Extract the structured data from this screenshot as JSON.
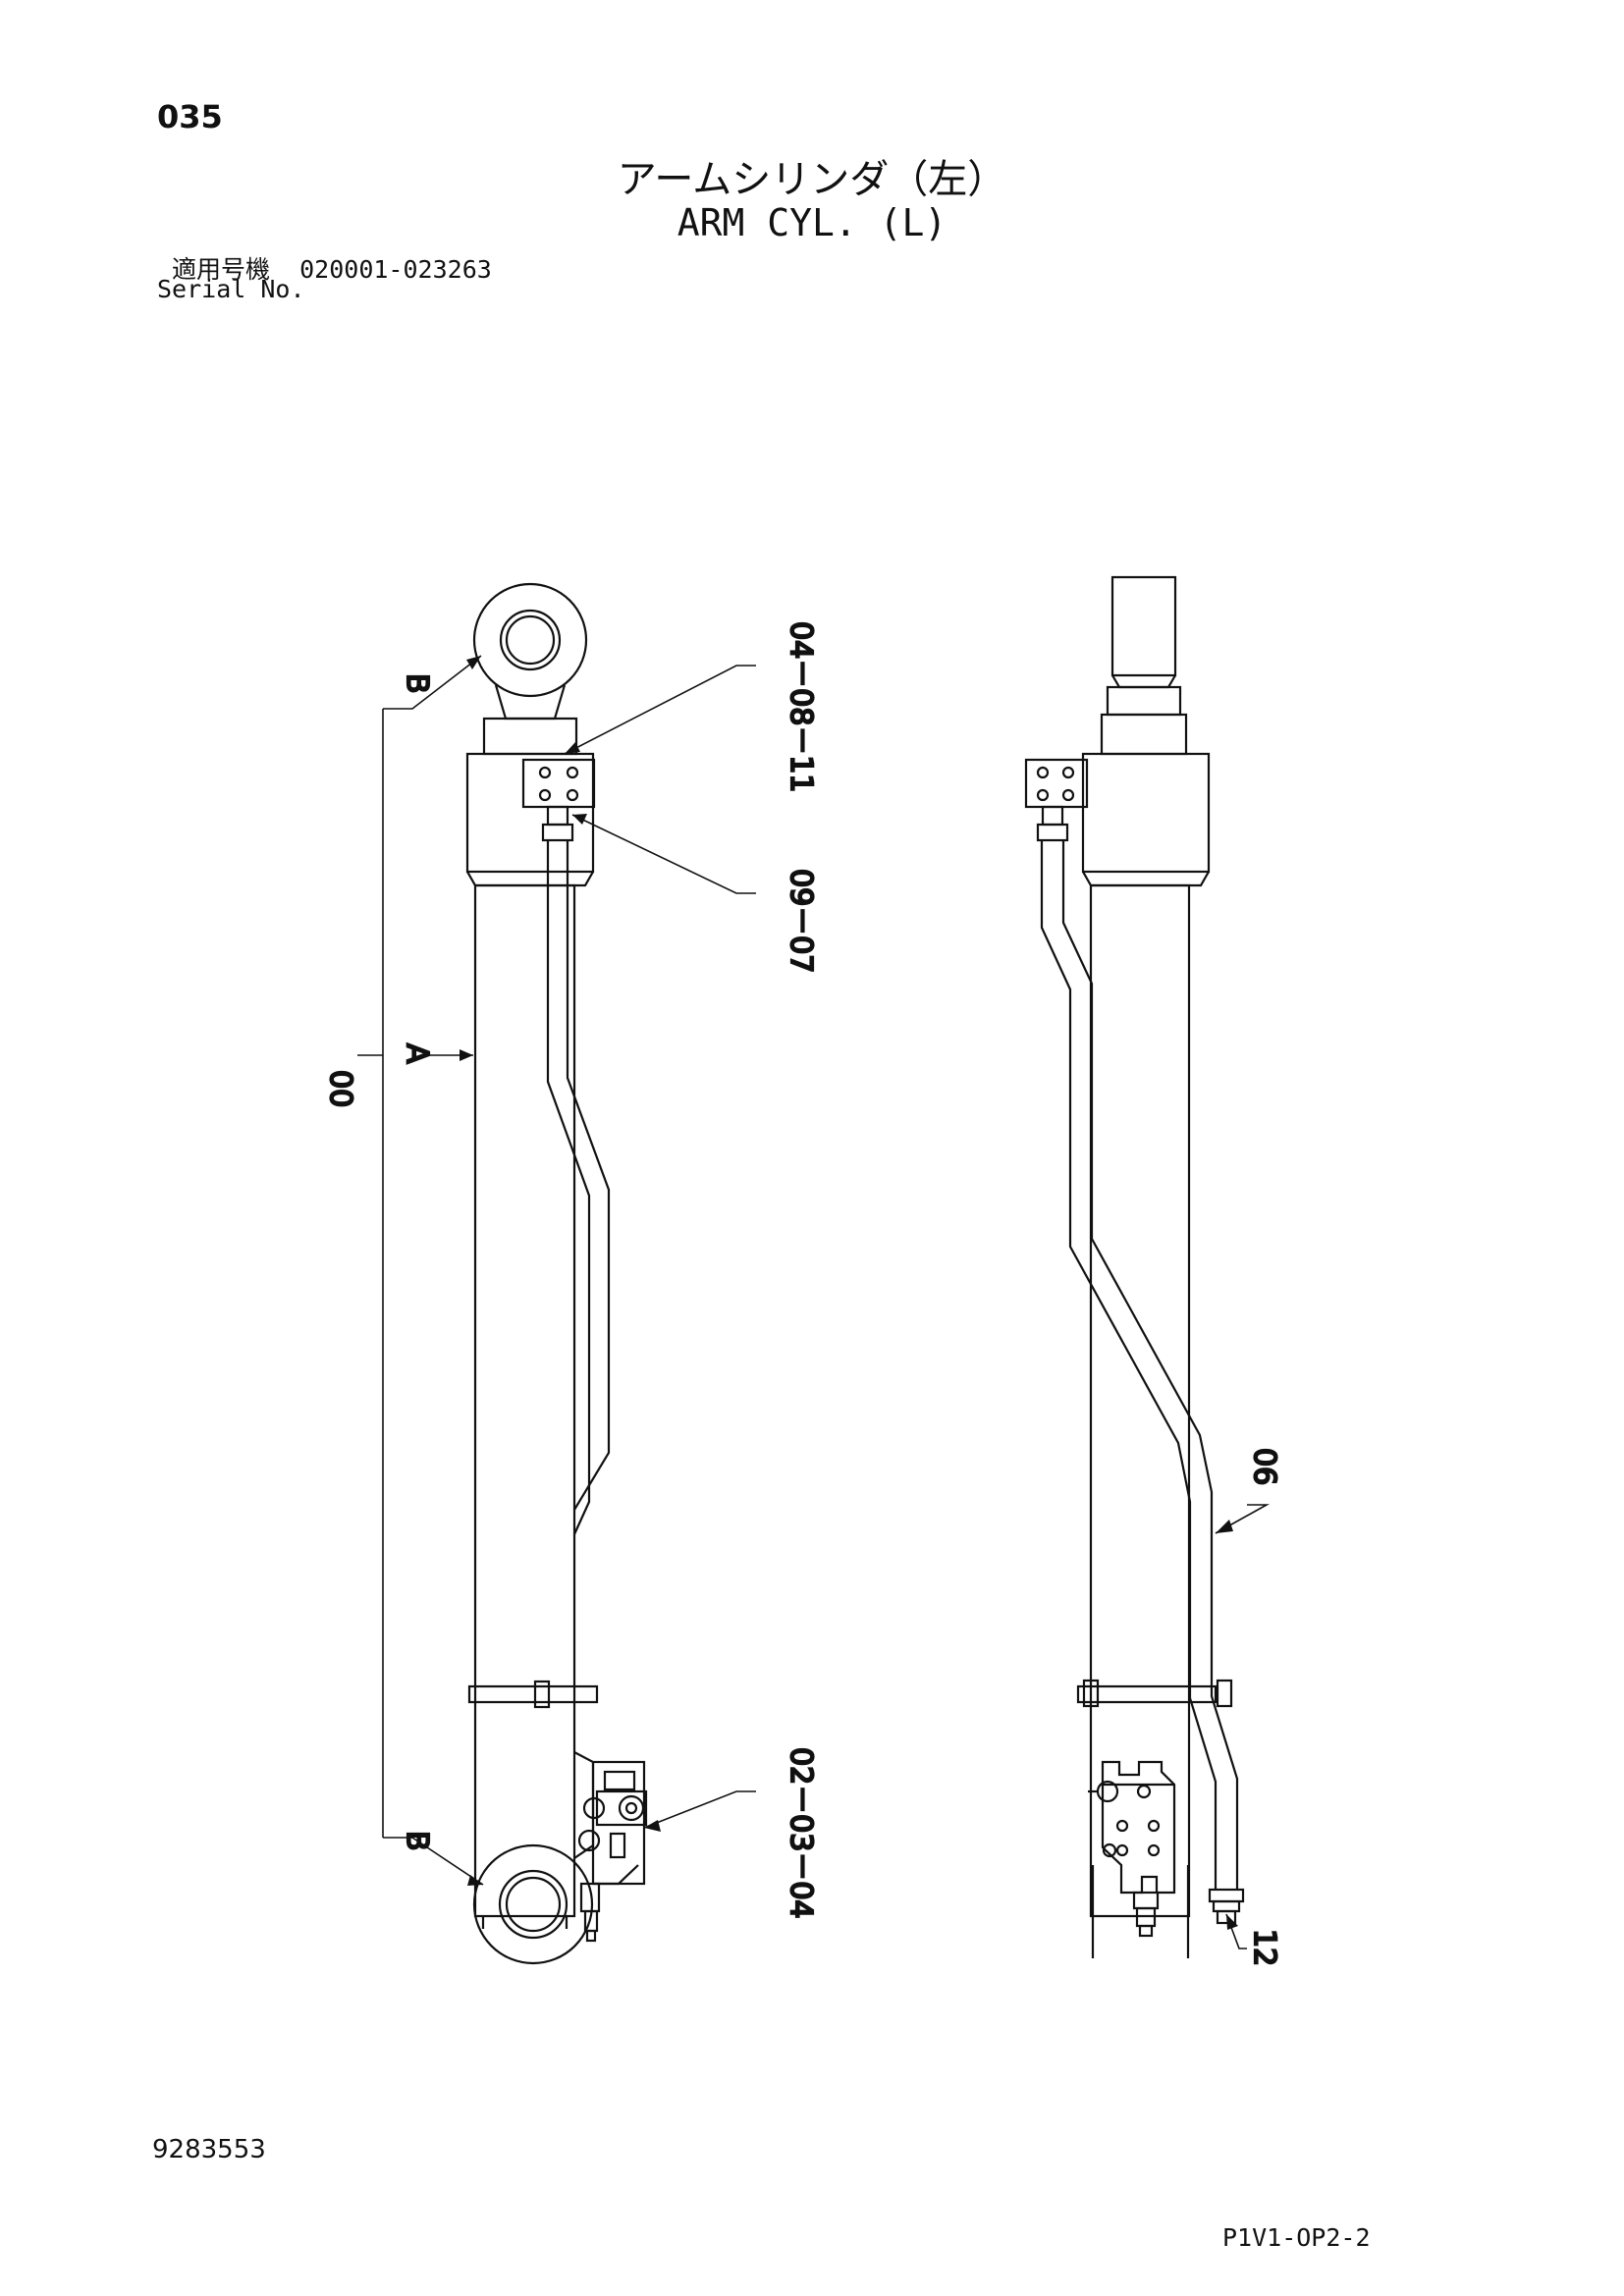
{
  "header": {
    "page_number": "035",
    "title_jp": "アームシリンダ（左）",
    "title_en": "ARM CYL. (L)",
    "serial_label_jp": "適用号機",
    "serial_range": "020001-023263",
    "serial_label_en": "Serial No."
  },
  "callouts": {
    "c1": "04－08－11",
    "c2": "09－07",
    "c3": "00",
    "c4": "A",
    "c5": "B",
    "c6": "B",
    "c7": "02－03－04",
    "c8": "06",
    "c9": "12"
  },
  "footer": {
    "doc_number": "9283553",
    "page_code": "P1V1-OP2-2"
  }
}
